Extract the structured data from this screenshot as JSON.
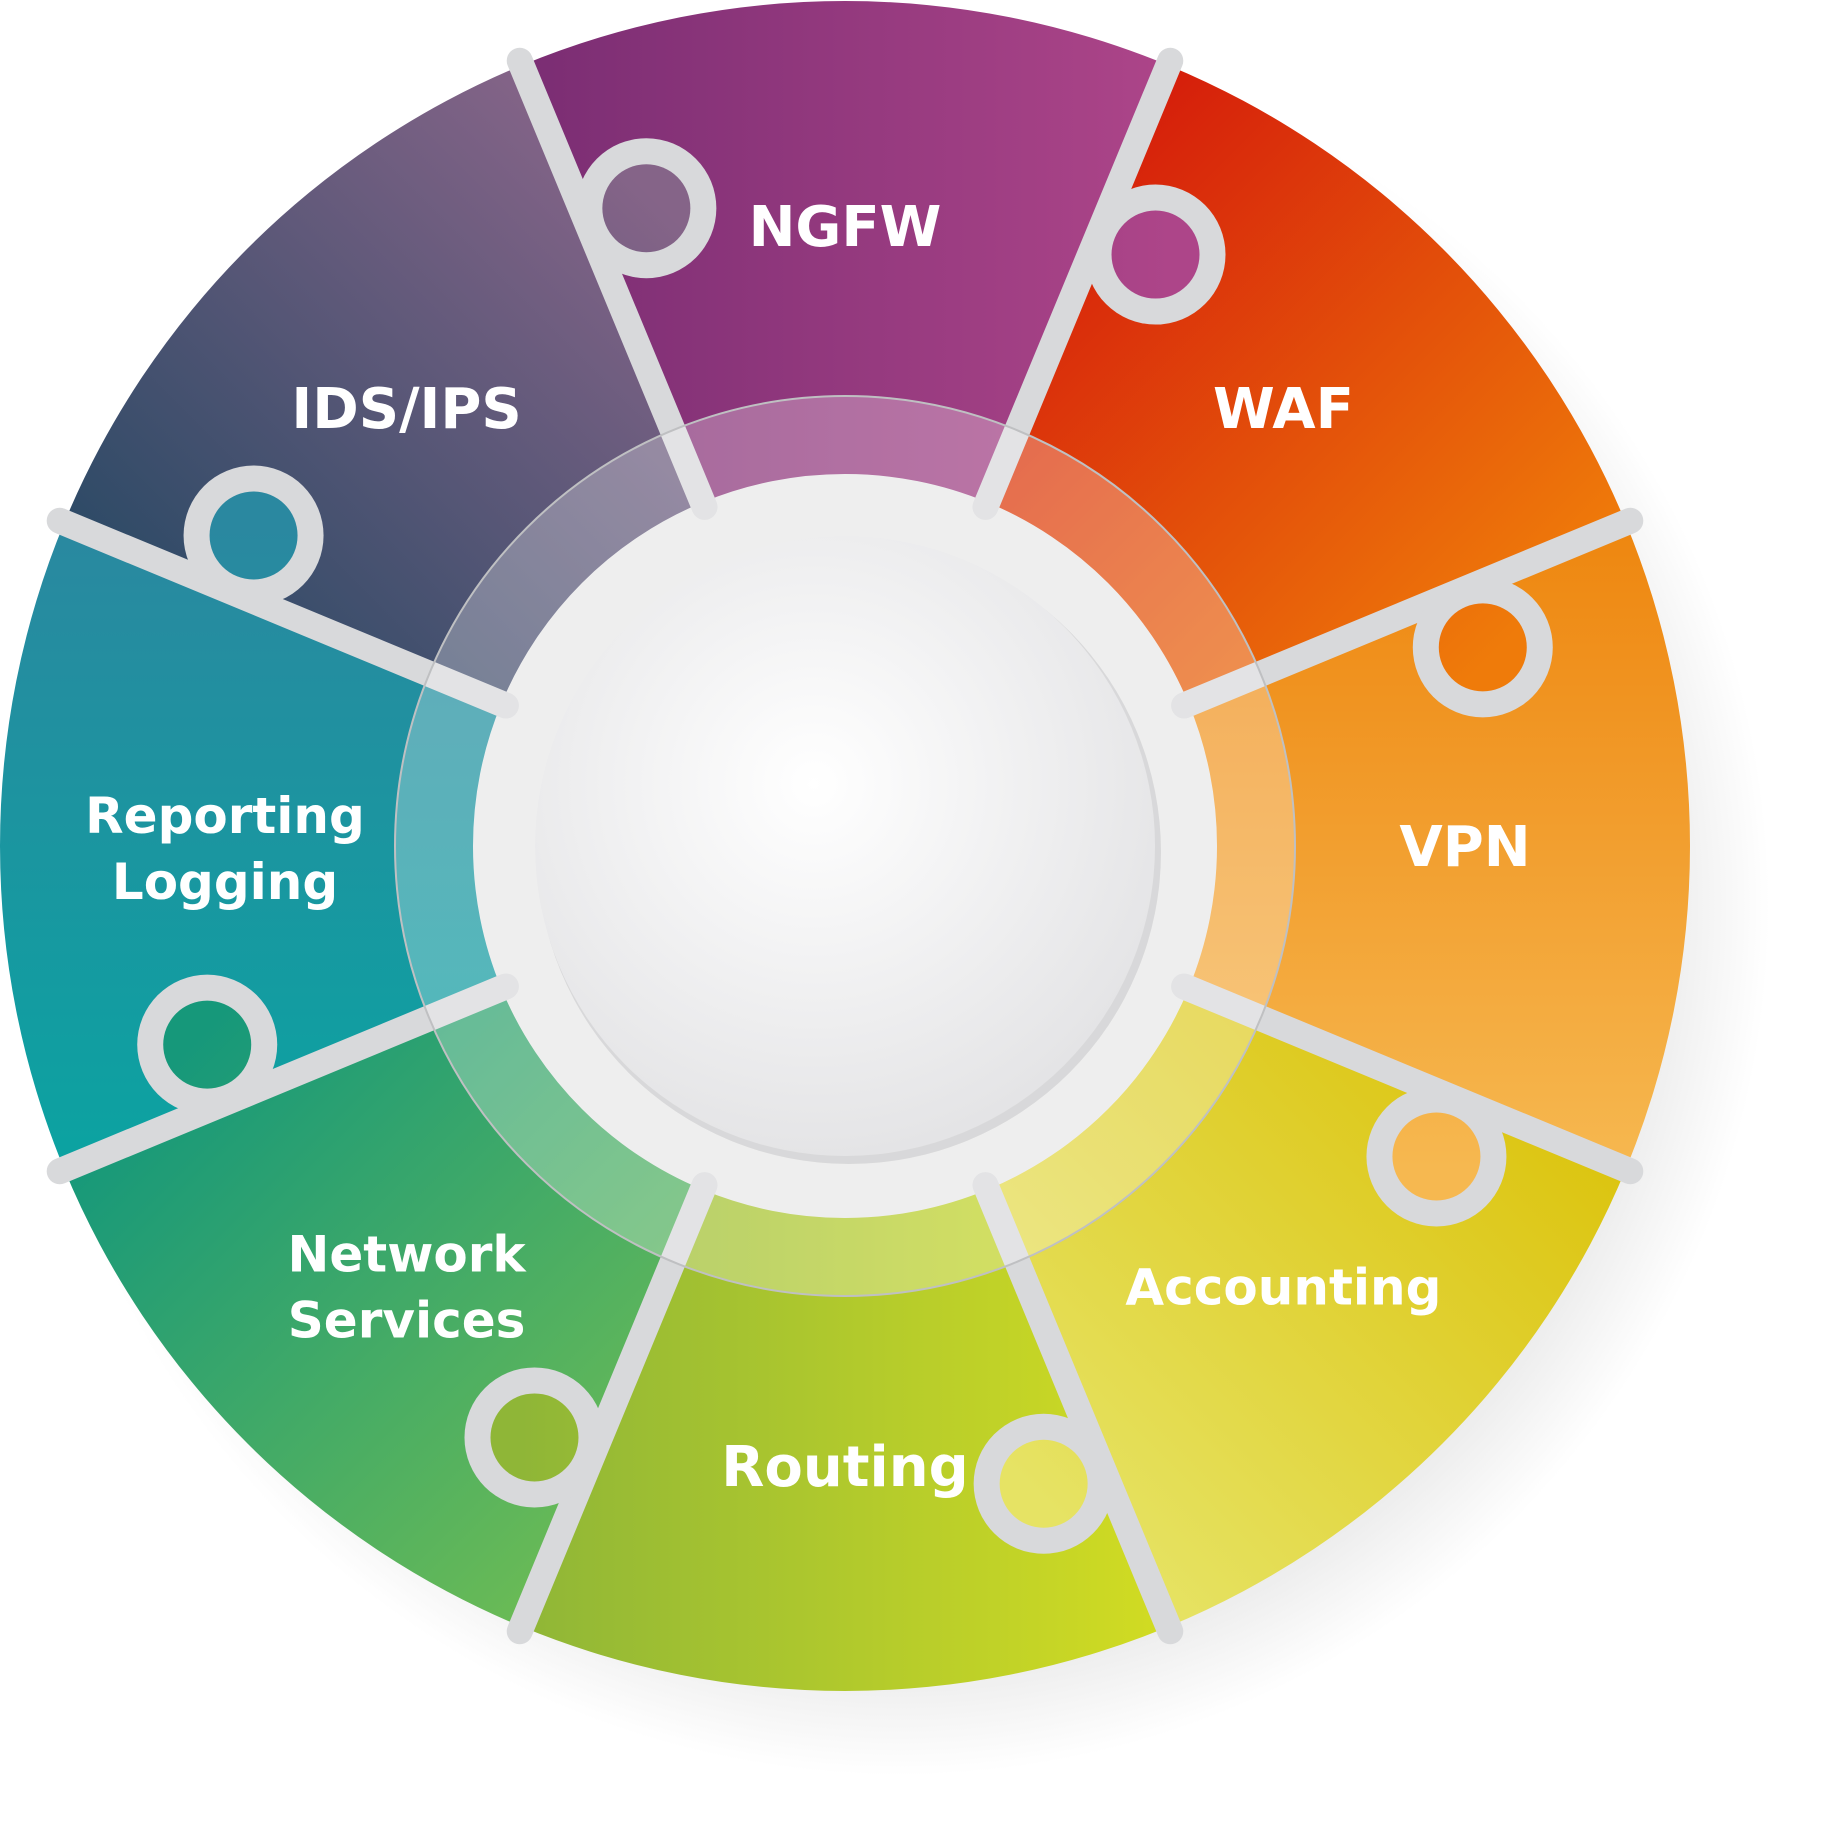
{
  "segments": [
    {
      "id": "ngfw",
      "lines": [
        "NGFW"
      ],
      "color_start": "#7a2d73",
      "color_end": "#ad4589"
    },
    {
      "id": "waf",
      "lines": [
        "WAF"
      ],
      "color_start": "#d51d0b",
      "color_end": "#ef7b0a"
    },
    {
      "id": "vpn",
      "lines": [
        "VPN"
      ],
      "color_start": "#ee860f",
      "color_end": "#f6b850"
    },
    {
      "id": "accounting",
      "lines": [
        "Accounting"
      ],
      "color_start": "#dcc40f",
      "color_end": "#e6e364"
    },
    {
      "id": "routing",
      "lines": [
        "Routing"
      ],
      "color_start": "#d2dc22",
      "color_end": "#8fb637"
    },
    {
      "id": "network-services",
      "lines": [
        "Network",
        "Services"
      ],
      "color_start": "#6bbb55",
      "color_end": "#16987a"
    },
    {
      "id": "reporting-logging",
      "lines": [
        "Reporting",
        "Logging"
      ],
      "color_start": "#0ba3a1",
      "color_end": "#2a88a0"
    },
    {
      "id": "ids-ips",
      "lines": [
        "IDS/IPS"
      ],
      "color_start": "#2d4a66",
      "color_end": "#856488"
    }
  ],
  "center_color": "#ffffff",
  "separator_color": "#d8d9db",
  "shadow_color": "#e6e6e6"
}
